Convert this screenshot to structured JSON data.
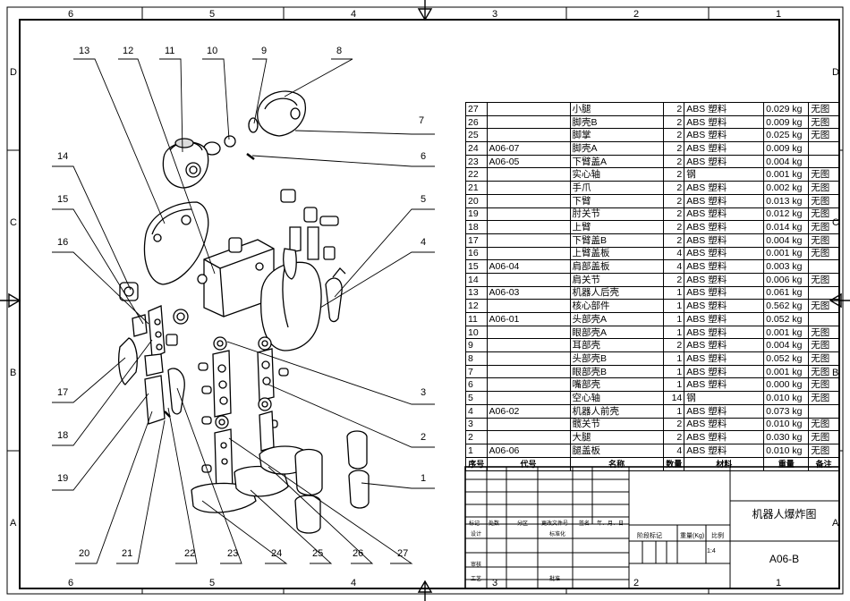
{
  "sheet": {
    "zone_columns": [
      "6",
      "5",
      "4",
      "3",
      "2",
      "1"
    ],
    "zone_rows": [
      "D",
      "C",
      "B",
      "A"
    ]
  },
  "callouts": [
    "1",
    "2",
    "3",
    "4",
    "5",
    "6",
    "7",
    "8",
    "9",
    "10",
    "11",
    "12",
    "13",
    "14",
    "15",
    "16",
    "17",
    "18",
    "19",
    "20",
    "21",
    "22",
    "23",
    "24",
    "25",
    "26",
    "27"
  ],
  "bom": {
    "headers": {
      "no": "序号",
      "code": "代号",
      "name": "名称",
      "qty": "数量",
      "material": "材料",
      "weight": "重量",
      "note": "备注"
    },
    "rows": [
      {
        "no": "27",
        "code": "",
        "name": "小腿",
        "qty": "2",
        "material": "ABS 塑料",
        "weight": "0.029 kg",
        "note": "无图"
      },
      {
        "no": "26",
        "code": "",
        "name": "脚壳B",
        "qty": "2",
        "material": "ABS 塑料",
        "weight": "0.009 kg",
        "note": "无图"
      },
      {
        "no": "25",
        "code": "",
        "name": "脚掌",
        "qty": "2",
        "material": "ABS 塑料",
        "weight": "0.025 kg",
        "note": "无图"
      },
      {
        "no": "24",
        "code": "A06-07",
        "name": "脚壳A",
        "qty": "2",
        "material": "ABS 塑料",
        "weight": "0.009 kg",
        "note": ""
      },
      {
        "no": "23",
        "code": "A06-05",
        "name": "下臂盖A",
        "qty": "2",
        "material": "ABS 塑料",
        "weight": "0.004 kg",
        "note": ""
      },
      {
        "no": "22",
        "code": "",
        "name": "实心轴",
        "qty": "2",
        "material": "钢",
        "weight": "0.001 kg",
        "note": "无图"
      },
      {
        "no": "21",
        "code": "",
        "name": "手爪",
        "qty": "2",
        "material": "ABS 塑料",
        "weight": "0.002 kg",
        "note": "无图"
      },
      {
        "no": "20",
        "code": "",
        "name": "下臂",
        "qty": "2",
        "material": "ABS 塑料",
        "weight": "0.013 kg",
        "note": "无图"
      },
      {
        "no": "19",
        "code": "",
        "name": "肘关节",
        "qty": "2",
        "material": "ABS 塑料",
        "weight": "0.012 kg",
        "note": "无图"
      },
      {
        "no": "18",
        "code": "",
        "name": "上臂",
        "qty": "2",
        "material": "ABS 塑料",
        "weight": "0.014 kg",
        "note": "无图"
      },
      {
        "no": "17",
        "code": "",
        "name": "下臂盖B",
        "qty": "2",
        "material": "ABS 塑料",
        "weight": "0.004 kg",
        "note": "无图"
      },
      {
        "no": "16",
        "code": "",
        "name": "上臂盖板",
        "qty": "4",
        "material": "ABS 塑料",
        "weight": "0.001 kg",
        "note": "无图"
      },
      {
        "no": "15",
        "code": "A06-04",
        "name": "肩部盖板",
        "qty": "4",
        "material": "ABS 塑料",
        "weight": "0.003 kg",
        "note": ""
      },
      {
        "no": "14",
        "code": "",
        "name": "肩关节",
        "qty": "2",
        "material": "ABS 塑料",
        "weight": "0.006 kg",
        "note": "无图"
      },
      {
        "no": "13",
        "code": "A06-03",
        "name": "机器人后壳",
        "qty": "1",
        "material": "ABS 塑料",
        "weight": "0.061 kg",
        "note": ""
      },
      {
        "no": "12",
        "code": "",
        "name": "核心部件",
        "qty": "1",
        "material": "ABS 塑料",
        "weight": "0.562 kg",
        "note": "无图"
      },
      {
        "no": "11",
        "code": "A06-01",
        "name": "头部壳A",
        "qty": "1",
        "material": "ABS 塑料",
        "weight": "0.052 kg",
        "note": ""
      },
      {
        "no": "10",
        "code": "",
        "name": "眼部壳A",
        "qty": "1",
        "material": "ABS 塑料",
        "weight": "0.001 kg",
        "note": "无图"
      },
      {
        "no": "9",
        "code": "",
        "name": "耳部壳",
        "qty": "2",
        "material": "ABS 塑料",
        "weight": "0.004 kg",
        "note": "无图"
      },
      {
        "no": "8",
        "code": "",
        "name": "头部壳B",
        "qty": "1",
        "material": "ABS 塑料",
        "weight": "0.052 kg",
        "note": "无图"
      },
      {
        "no": "7",
        "code": "",
        "name": "眼部壳B",
        "qty": "1",
        "material": "ABS 塑料",
        "weight": "0.001 kg",
        "note": "无图"
      },
      {
        "no": "6",
        "code": "",
        "name": "嘴部壳",
        "qty": "1",
        "material": "ABS 塑料",
        "weight": "0.000 kg",
        "note": "无图"
      },
      {
        "no": "5",
        "code": "",
        "name": "空心轴",
        "qty": "14",
        "material": "钢",
        "weight": "0.010 kg",
        "note": "无图"
      },
      {
        "no": "4",
        "code": "A06-02",
        "name": "机器人前壳",
        "qty": "1",
        "material": "ABS 塑料",
        "weight": "0.073 kg",
        "note": ""
      },
      {
        "no": "3",
        "code": "",
        "name": "髋关节",
        "qty": "2",
        "material": "ABS 塑料",
        "weight": "0.010 kg",
        "note": "无图"
      },
      {
        "no": "2",
        "code": "",
        "name": "大腿",
        "qty": "2",
        "material": "ABS 塑料",
        "weight": "0.030 kg",
        "note": "无图"
      },
      {
        "no": "1",
        "code": "A06-06",
        "name": "腿盖板",
        "qty": "4",
        "material": "ABS 塑料",
        "weight": "0.010 kg",
        "note": "无图"
      }
    ]
  },
  "title_block": {
    "labels": {
      "mark": "标记",
      "count": "处数",
      "zone": "分区",
      "change_no": "更改文件号",
      "sign": "签名",
      "date": "年、月、日",
      "design": "设计",
      "standard": "标准化",
      "review": "审核",
      "process": "工艺",
      "approve": "批准",
      "stage": "阶段标记",
      "weight": "重量(Kg)",
      "scale": "比例"
    },
    "scale_value": "1:4",
    "drawing_title": "机器人爆炸图",
    "drawing_code": "A06-B"
  }
}
